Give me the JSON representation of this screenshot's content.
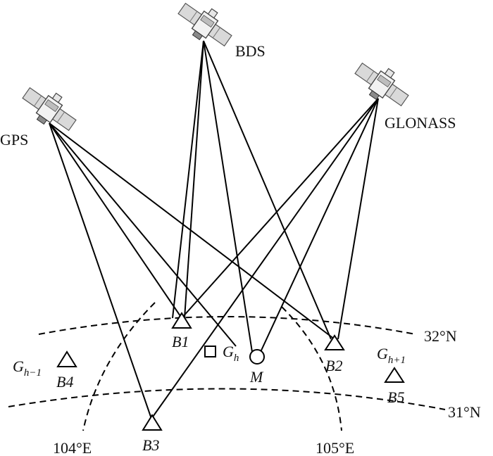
{
  "satellites": {
    "gps": "GPS",
    "bds": "BDS",
    "glonass": "GLONASS"
  },
  "latitudes": {
    "lat32": "32°N",
    "lat31": "31°N"
  },
  "longitudes": {
    "lon104": "104°E",
    "lon105": "105°E"
  },
  "stations": {
    "b1": "B1",
    "b2": "B2",
    "b3": "B3",
    "b4": "B4",
    "b5": "B5"
  },
  "grid": {
    "g_prev": {
      "base": "G",
      "sub": "h−1"
    },
    "g_curr": {
      "base": "G",
      "sub": "h"
    },
    "g_next": {
      "base": "G",
      "sub": "h+1"
    }
  },
  "monitor": "M"
}
